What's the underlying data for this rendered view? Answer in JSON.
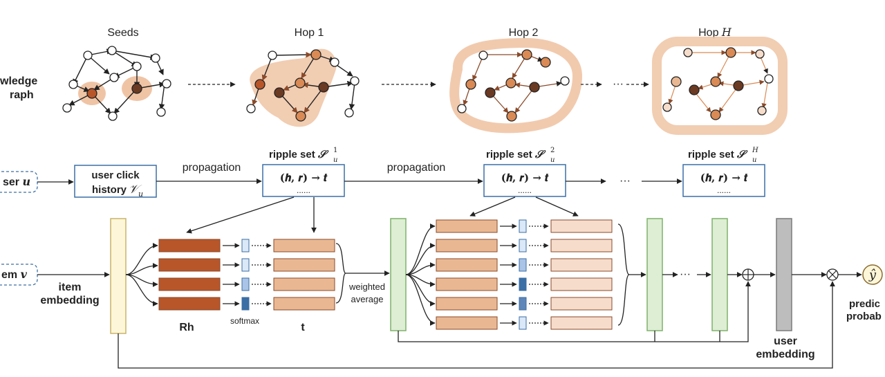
{
  "graph_titles": {
    "seeds": "Seeds",
    "hop1": "Hop 1",
    "hop2": "Hop 2",
    "hopH_prefix": "Hop",
    "hopH_var": "H"
  },
  "row_labels": {
    "kg_line1": "wledge",
    "kg_line2": "raph",
    "user_prefix": "ser",
    "user_var": "u",
    "item_prefix": "em",
    "item_var": "v"
  },
  "boxes": {
    "click_line1": "user click",
    "click_line2": "history",
    "click_var": "𝒱",
    "click_sub": "u"
  },
  "ripple": {
    "title": "ripple set",
    "set_symbol": "𝒮",
    "sub": "u",
    "sup1": "1",
    "sup2": "2",
    "supH": "H",
    "triple": "(𝒉, 𝒓) → 𝒕",
    "dots": "......"
  },
  "flow": {
    "propagation1": "propagation",
    "propagation2": "propagation",
    "ellipsis": "···"
  },
  "labels": {
    "item_emb1": "item",
    "item_emb2": "embedding",
    "rh": "Rh",
    "softmax": "softmax",
    "t": "t",
    "weighted1": "weighted",
    "weighted2": "average",
    "user_emb1": "user",
    "user_emb2": "embedding",
    "pred1": "predic",
    "pred2": "probab",
    "yhat": "ŷ",
    "plus": "+",
    "times": "×"
  },
  "colors": {
    "dark_brown": "#6b3a22",
    "brown": "#b8562a",
    "orange": "#d98a55",
    "light_orange": "#e9b893",
    "pale_orange": "#f6dccb",
    "halo": "#efc4a5",
    "box_border": "#3a6ea5",
    "green_fill": "#ddeed4",
    "green_border": "#7fb06a",
    "yellow_fill": "#fdf6d8",
    "yellow_border": "#c8b46a",
    "gray_fill": "#bdbdbd"
  }
}
